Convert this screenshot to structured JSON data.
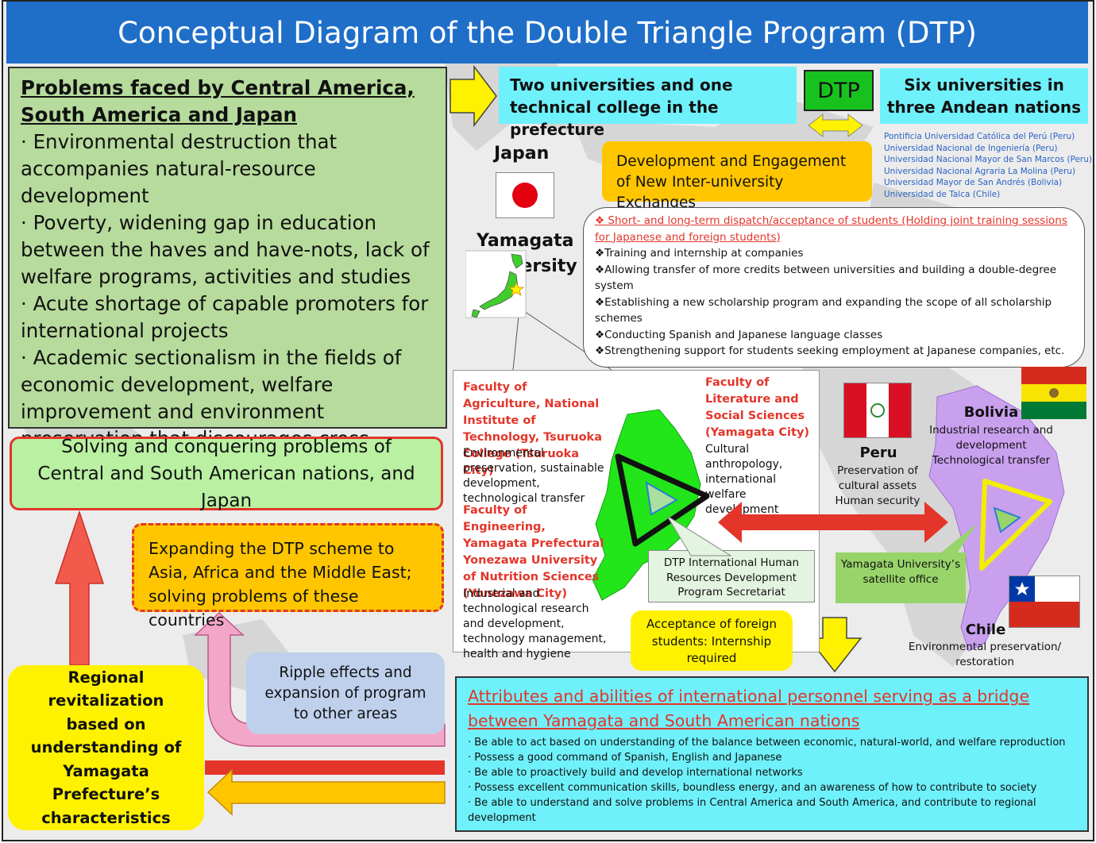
{
  "title": "Conceptual Diagram of the Double Triangle Program (DTP)",
  "problems": {
    "heading": "Problems faced by Central America, South America and Japan",
    "items": [
      "· Environmental destruction that accompanies natural-resource development",
      "· Poverty, widening gap in education between the haves and have-nots, lack of welfare programs, activities and studies",
      "· Acute shortage of capable promoters for international projects",
      "· Academic sectionalism in the fields of economic development, welfare improvement and environment preservation that discourages cross-border research."
    ]
  },
  "solving": "Solving and conquering problems of Central and South American nations, and Japan",
  "expanding": "Expanding the DTP scheme to Asia, Africa and the Middle East; solving problems of these countries",
  "regional": "Regional revitalization based on understanding of Yamagata Prefecture’s characteristics",
  "ripple": "Ripple effects and expansion of program to other areas",
  "two_universities": "Two universities and one technical college in the prefecture",
  "dtp_label": "DTP",
  "six_universities": "Six universities in three Andean nations",
  "university_list": [
    "Pontificia Universidad Católica del Perú (Peru)",
    "Universidad Nacional de Ingeniería (Peru)",
    "Universidad Nacional Mayor de San Marcos (Peru)",
    "Universidad Nacional Agraria La Molina (Peru)",
    "Universidad Mayor de San Andrés (Bolivia)",
    "Universidad de Talca (Chile)"
  ],
  "development": "Development and Engagement of New Inter-university Exchanges",
  "activities": {
    "highlight": "❖ Short- and long-term dispatch/acceptance of students (Holding joint training sessions for Japanese and foreign students)",
    "items": [
      "❖Training and internship at companies",
      "❖Allowing transfer of more credits between universities and building a double-degree system",
      "❖Establishing a new scholarship program and expanding the scope of all scholarship schemes",
      "❖Conducting Spanish and Japanese language classes",
      "❖Strengthening support for students seeking employment at Japanese companies, etc."
    ]
  },
  "japan": "Japan",
  "yamagata_university": "Yamagata University",
  "faculties": {
    "agriculture": {
      "name": "Faculty of Agriculture, National Institute of Technology, Tsuruoka College (Tsuruoka City)",
      "desc": "Environmental preservation, sustainable development, technological transfer"
    },
    "literature": {
      "name": "Faculty of Literature and Social Sciences (Yamagata City)",
      "desc": "Cultural anthropology, international welfare development"
    },
    "engineering": {
      "name": "Faculty of Engineering, Yamagata Prefectural Yonezawa University of Nutrition Sciences (Yonezawa City)",
      "desc": "Industrial and technological research and development, technology management, health and hygiene"
    }
  },
  "secretariat": "DTP International Human Resources Development Program Secretariat",
  "acceptance": "Acceptance of foreign students: Internship required",
  "satellite": "Yamagata University’s satellite office",
  "countries": {
    "peru": {
      "name": "Peru",
      "desc": "Preservation of cultural assets Human security"
    },
    "bolivia": {
      "name": "Bolivia",
      "desc": "Industrial research and development Technological transfer"
    },
    "chile": {
      "name": "Chile",
      "desc": "Environmental preservation/ restoration"
    }
  },
  "attributes": {
    "heading": "Attributes and abilities of international personnel serving as a bridge between Yamagata and South American nations",
    "items": [
      "· Be able to act based on understanding of the balance between economic, natural-world, and welfare reproduction",
      "· Possess a good command of Spanish, English and Japanese",
      "· Be able to proactively build and develop international networks",
      "· Possess excellent communication skills, boundless energy, and an awareness of how to contribute to society",
      "· Be able to understand and solve problems in Central America and South America, and contribute to regional development"
    ]
  },
  "colors": {
    "title_bar": "#1f6fc9",
    "problems_bg": "#b6db9c",
    "cyan": "#6ff1fb",
    "orange": "#ffc600",
    "yellow": "#fff200",
    "red": "#e3352a",
    "green_region": "#22e61a",
    "purple_region": "#c9a0ee"
  }
}
